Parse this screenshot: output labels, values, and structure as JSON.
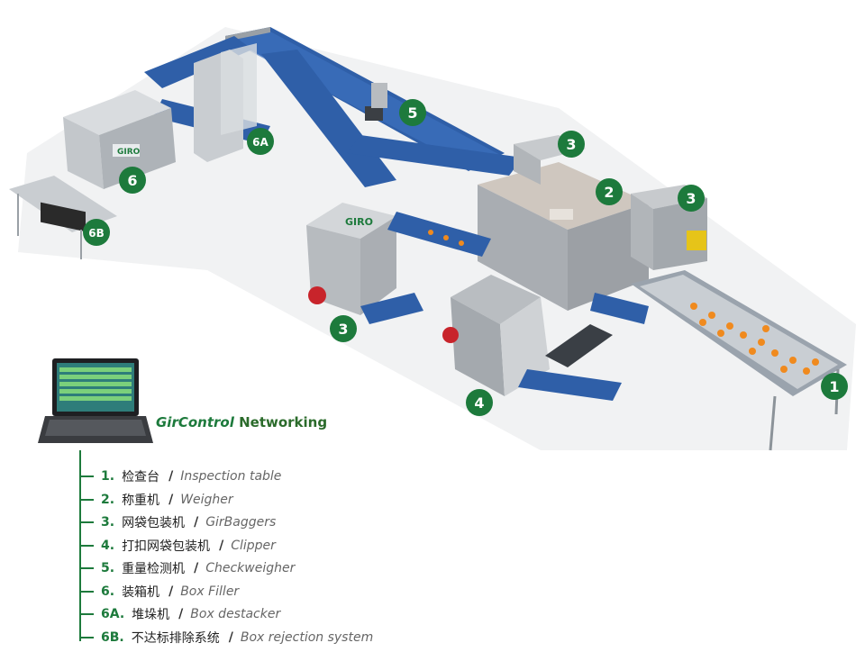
{
  "badges": [
    {
      "label": "1"
    },
    {
      "label": "2"
    },
    {
      "label": "3"
    },
    {
      "label": "3"
    },
    {
      "label": "3"
    },
    {
      "label": "4"
    },
    {
      "label": "5"
    },
    {
      "label": "6"
    },
    {
      "label": "6A"
    },
    {
      "label": "6B"
    }
  ],
  "network": {
    "brand": "GirControl",
    "rest": "Networking"
  },
  "legend": [
    {
      "num": "1.",
      "zh": "检查台",
      "en": "Inspection table"
    },
    {
      "num": "2.",
      "zh": "称重机",
      "en": "Weigher"
    },
    {
      "num": "3.",
      "zh": "网袋包装机",
      "en": "GirBaggers"
    },
    {
      "num": "4.",
      "zh": "打扣网袋包装机",
      "en": "Clipper"
    },
    {
      "num": "5.",
      "zh": "重量检测机",
      "en": "Checkweigher"
    },
    {
      "num": "6.",
      "zh": "装箱机",
      "en": "Box Filler"
    },
    {
      "num": "6A.",
      "zh": "堆垛机",
      "en": "Box destacker"
    },
    {
      "num": "6B.",
      "zh": "不达标排除系统",
      "en": "Box rejection system"
    }
  ],
  "slash": "/",
  "logo_text": "GIRO",
  "colors": {
    "accent_green": "#1d7a3c",
    "belt_blue": "#2f5fa8",
    "steel": "#b8bcc0",
    "orange": "#f08a1e",
    "red": "#c8242b"
  }
}
